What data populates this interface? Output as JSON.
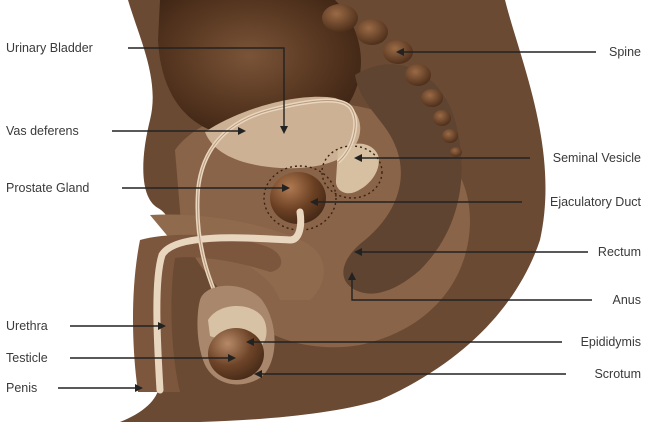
{
  "labels": {
    "urinary_bladder": "Urinary Bladder",
    "vas_deferens": "Vas deferens",
    "prostate_gland": "Prostate Gland",
    "urethra": "Urethra",
    "testicle": "Testicle",
    "penis": "Penis",
    "spine": "Spine",
    "seminal_vesicle": "Seminal Vesicle",
    "ejaculatory_duct": "Ejaculatory Duct",
    "rectum": "Rectum",
    "anus": "Anus",
    "epididymis": "Epididymis",
    "scrotum": "Scrotum"
  },
  "colors": {
    "body_outer": "#6b4a33",
    "body_inner": "#8a6448",
    "tissue_light": "#a9876c",
    "bladder_dark": "#4e2f1c",
    "rectum": "#5e4431",
    "tube": "#e9d6bf",
    "pale": "#d8c2a5",
    "line": "#222222"
  }
}
